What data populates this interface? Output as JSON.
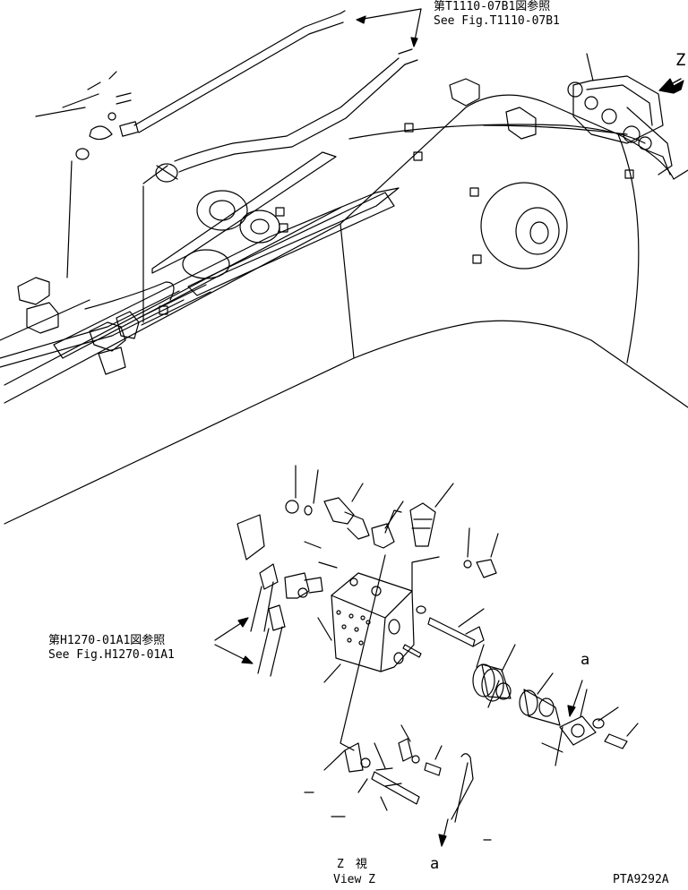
{
  "refs": {
    "top_jp": "第T1110-07B1図参照",
    "top_en": "See Fig.T1110-07B1",
    "mid_jp": "第H1270-01A1図参照",
    "mid_en": "See Fig.H1270-01A1"
  },
  "view": {
    "arrow_letter": "Z",
    "detail_letter_right": "a",
    "detail_letter_bottom": "a",
    "caption_jp": "Z　視",
    "caption_en": "View Z"
  },
  "drawing_code": "PTA9292A"
}
